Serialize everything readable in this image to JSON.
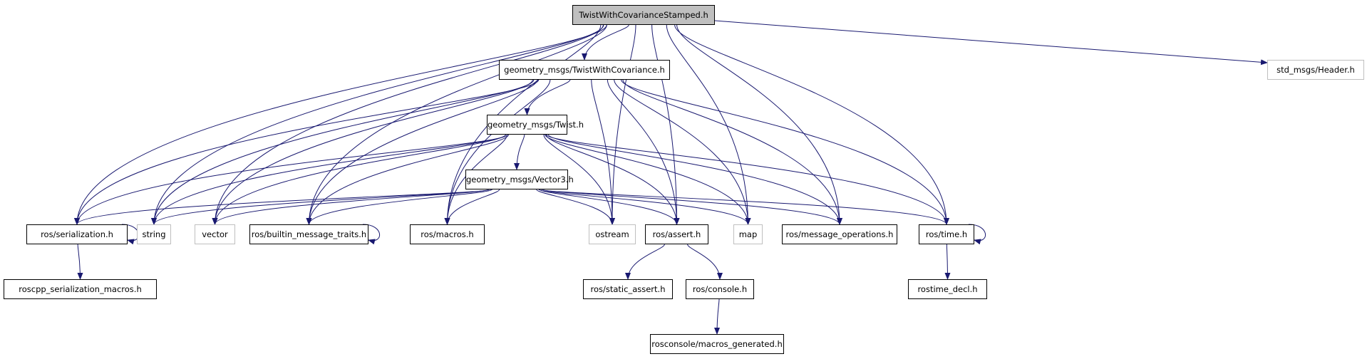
{
  "edge_color": "#191970",
  "root_fill": "#bfbfbf",
  "nodes": {
    "root": {
      "label": "TwistWithCovarianceStamped.h",
      "kind": "root"
    },
    "twc": {
      "label": "geometry_msgs/TwistWithCovariance.h",
      "kind": "internal"
    },
    "twist": {
      "label": "geometry_msgs/Twist.h",
      "kind": "internal"
    },
    "vec3": {
      "label": "geometry_msgs/Vector3.h",
      "kind": "internal"
    },
    "ser": {
      "label": "ros/serialization.h",
      "kind": "internal"
    },
    "string": {
      "label": "string",
      "kind": "external"
    },
    "vector": {
      "label": "vector",
      "kind": "external"
    },
    "bmt": {
      "label": "ros/builtin_message_traits.h",
      "kind": "internal"
    },
    "macros": {
      "label": "ros/macros.h",
      "kind": "internal"
    },
    "ostream": {
      "label": "ostream",
      "kind": "external"
    },
    "assert": {
      "label": "ros/assert.h",
      "kind": "internal"
    },
    "map": {
      "label": "map",
      "kind": "external"
    },
    "msgops": {
      "label": "ros/message_operations.h",
      "kind": "internal"
    },
    "time": {
      "label": "ros/time.h",
      "kind": "internal"
    },
    "header": {
      "label": "std_msgs/Header.h",
      "kind": "external"
    },
    "sermac": {
      "label": "roscpp_serialization_macros.h",
      "kind": "internal"
    },
    "sassert": {
      "label": "ros/static_assert.h",
      "kind": "internal"
    },
    "console": {
      "label": "ros/console.h",
      "kind": "internal"
    },
    "rtdecl": {
      "label": "rostime_decl.h",
      "kind": "internal"
    },
    "macgen": {
      "label": "rosconsole/macros_generated.h",
      "kind": "internal"
    }
  },
  "edges": [
    [
      "root",
      "twc"
    ],
    [
      "root",
      "header"
    ],
    [
      "root",
      "ser"
    ],
    [
      "root",
      "string"
    ],
    [
      "root",
      "vector"
    ],
    [
      "root",
      "bmt"
    ],
    [
      "root",
      "macros"
    ],
    [
      "root",
      "ostream"
    ],
    [
      "root",
      "assert"
    ],
    [
      "root",
      "map"
    ],
    [
      "root",
      "msgops"
    ],
    [
      "root",
      "time"
    ],
    [
      "twc",
      "twist"
    ],
    [
      "twc",
      "ser"
    ],
    [
      "twc",
      "string"
    ],
    [
      "twc",
      "vector"
    ],
    [
      "twc",
      "bmt"
    ],
    [
      "twc",
      "macros"
    ],
    [
      "twc",
      "ostream"
    ],
    [
      "twc",
      "assert"
    ],
    [
      "twc",
      "map"
    ],
    [
      "twc",
      "msgops"
    ],
    [
      "twc",
      "time"
    ],
    [
      "twist",
      "vec3"
    ],
    [
      "twist",
      "ser"
    ],
    [
      "twist",
      "string"
    ],
    [
      "twist",
      "vector"
    ],
    [
      "twist",
      "bmt"
    ],
    [
      "twist",
      "macros"
    ],
    [
      "twist",
      "ostream"
    ],
    [
      "twist",
      "assert"
    ],
    [
      "twist",
      "map"
    ],
    [
      "twist",
      "msgops"
    ],
    [
      "twist",
      "time"
    ],
    [
      "vec3",
      "ser"
    ],
    [
      "vec3",
      "string"
    ],
    [
      "vec3",
      "vector"
    ],
    [
      "vec3",
      "bmt"
    ],
    [
      "vec3",
      "macros"
    ],
    [
      "vec3",
      "ostream"
    ],
    [
      "vec3",
      "assert"
    ],
    [
      "vec3",
      "map"
    ],
    [
      "vec3",
      "msgops"
    ],
    [
      "vec3",
      "time"
    ],
    [
      "ser",
      "ser"
    ],
    [
      "ser",
      "sermac"
    ],
    [
      "bmt",
      "bmt"
    ],
    [
      "time",
      "time"
    ],
    [
      "time",
      "rtdecl"
    ],
    [
      "assert",
      "sassert"
    ],
    [
      "assert",
      "console"
    ],
    [
      "console",
      "macgen"
    ]
  ]
}
